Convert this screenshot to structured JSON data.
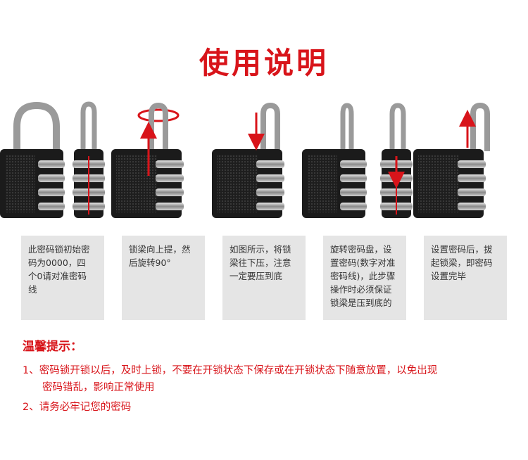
{
  "title": "使用说明",
  "colors": {
    "accent": "#d8141a",
    "box_bg": "#e5e5e5",
    "text": "#333333",
    "lock_body": "#1b1b1b",
    "shackle": "#9a9a9a"
  },
  "steps": [
    {
      "desc": "此密码锁初始密\n码为0000，四\n个0请对准密码\n线"
    },
    {
      "desc": "锁梁向上提，然\n后旋转90°"
    },
    {
      "desc": "如图所示，将锁\n梁往下压，注意\n一定要压到底"
    },
    {
      "desc": "旋转密码盘，设\n置密码(数字对准\n密码线)，此步骤\n操作时必须保证\n锁梁是压到底的"
    },
    {
      "desc": "设置密码后，拔\n起锁梁，即密码\n设置完毕"
    }
  ],
  "tips": {
    "heading": "温馨提示：",
    "items": [
      {
        "line1": "1、密码锁开锁以后，及时上锁，不要在开锁状态下保存或在开锁状态下随意放置，以免出现",
        "line2": "密码错乱，影响正常使用"
      },
      {
        "line1": "2、请务必牢记您的密码",
        "line2": ""
      }
    ]
  }
}
